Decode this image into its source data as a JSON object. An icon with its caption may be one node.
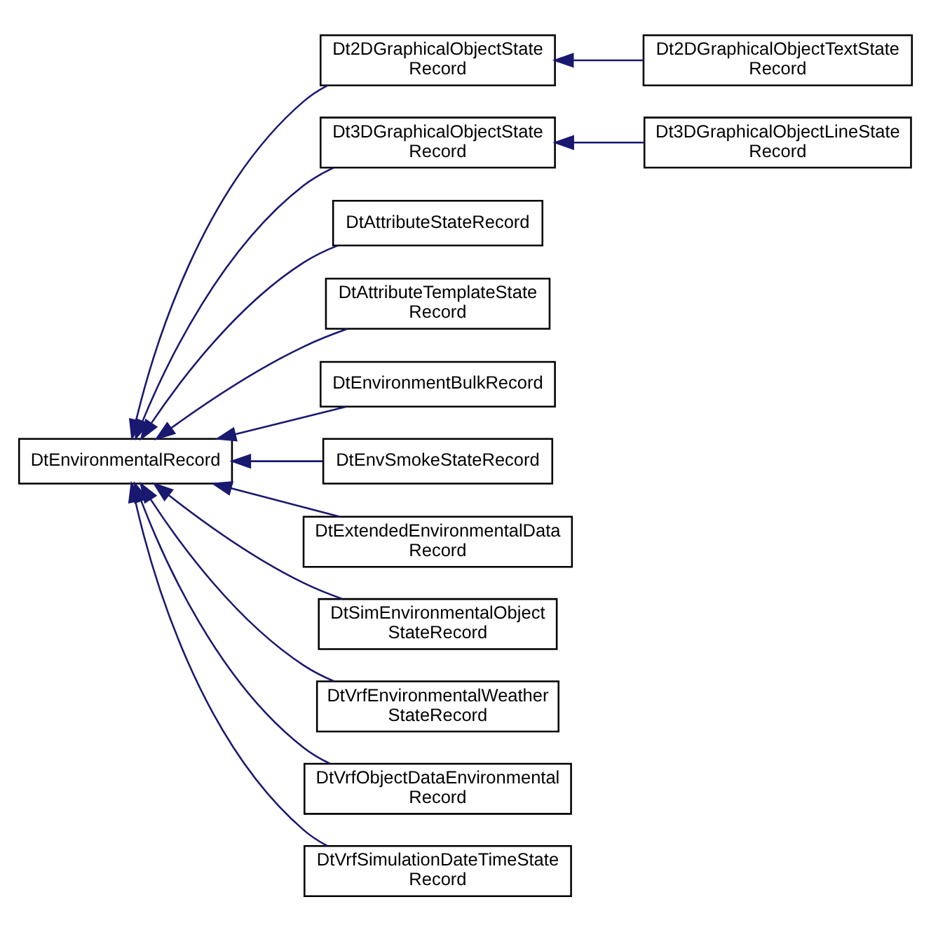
{
  "diagram": {
    "nodes": [
      {
        "text": [
          "DtEnvironmentalRecord"
        ]
      },
      {
        "text": [
          "Dt2DGraphicalObjectState Record"
        ]
      },
      {
        "text": [
          "Dt3DGraphicalObjectState Record"
        ]
      },
      {
        "text": [
          "DtAttributeStateRecord"
        ]
      },
      {
        "text": [
          "DtAttributeTemplateState Record"
        ]
      },
      {
        "text": [
          "DtEnvironmentBulkRecord"
        ]
      },
      {
        "text": [
          "DtEnvSmokeStateRecord"
        ]
      },
      {
        "text": [
          "DtExtendedEnvironmentalData Record"
        ]
      },
      {
        "text": [
          "DtSimEnvironmentalObject StateRecord"
        ]
      },
      {
        "text": [
          "DtVrfEnvironmentalWeather StateRecord"
        ]
      },
      {
        "text": [
          "DtVrfObjectDataEnvironmental Record"
        ]
      },
      {
        "text": [
          "DtVrfSimulationDateTimeState Record"
        ]
      },
      {
        "text": [
          "Dt2DGraphicalObjectTextState Record"
        ]
      },
      {
        "text": [
          "Dt3DGraphicalObjectLineState Record"
        ]
      }
    ],
    "edges": [
      {
        "from": 1,
        "to": 0,
        "arrow": "to"
      },
      {
        "from": 2,
        "to": 0,
        "arrow": "to"
      },
      {
        "from": 3,
        "to": 0,
        "arrow": "to"
      },
      {
        "from": 4,
        "to": 0,
        "arrow": "to"
      },
      {
        "from": 5,
        "to": 0,
        "arrow": "to"
      },
      {
        "from": 6,
        "to": 0,
        "arrow": "to"
      },
      {
        "from": 7,
        "to": 0,
        "arrow": "to"
      },
      {
        "from": 8,
        "to": 0,
        "arrow": "to"
      },
      {
        "from": 9,
        "to": 0,
        "arrow": "to"
      },
      {
        "from": 10,
        "to": 0,
        "arrow": "to"
      },
      {
        "from": 11,
        "to": 0,
        "arrow": "to"
      },
      {
        "from": 12,
        "to": 1,
        "arrow": "to"
      },
      {
        "from": 13,
        "to": 2,
        "arrow": "to"
      }
    ]
  }
}
